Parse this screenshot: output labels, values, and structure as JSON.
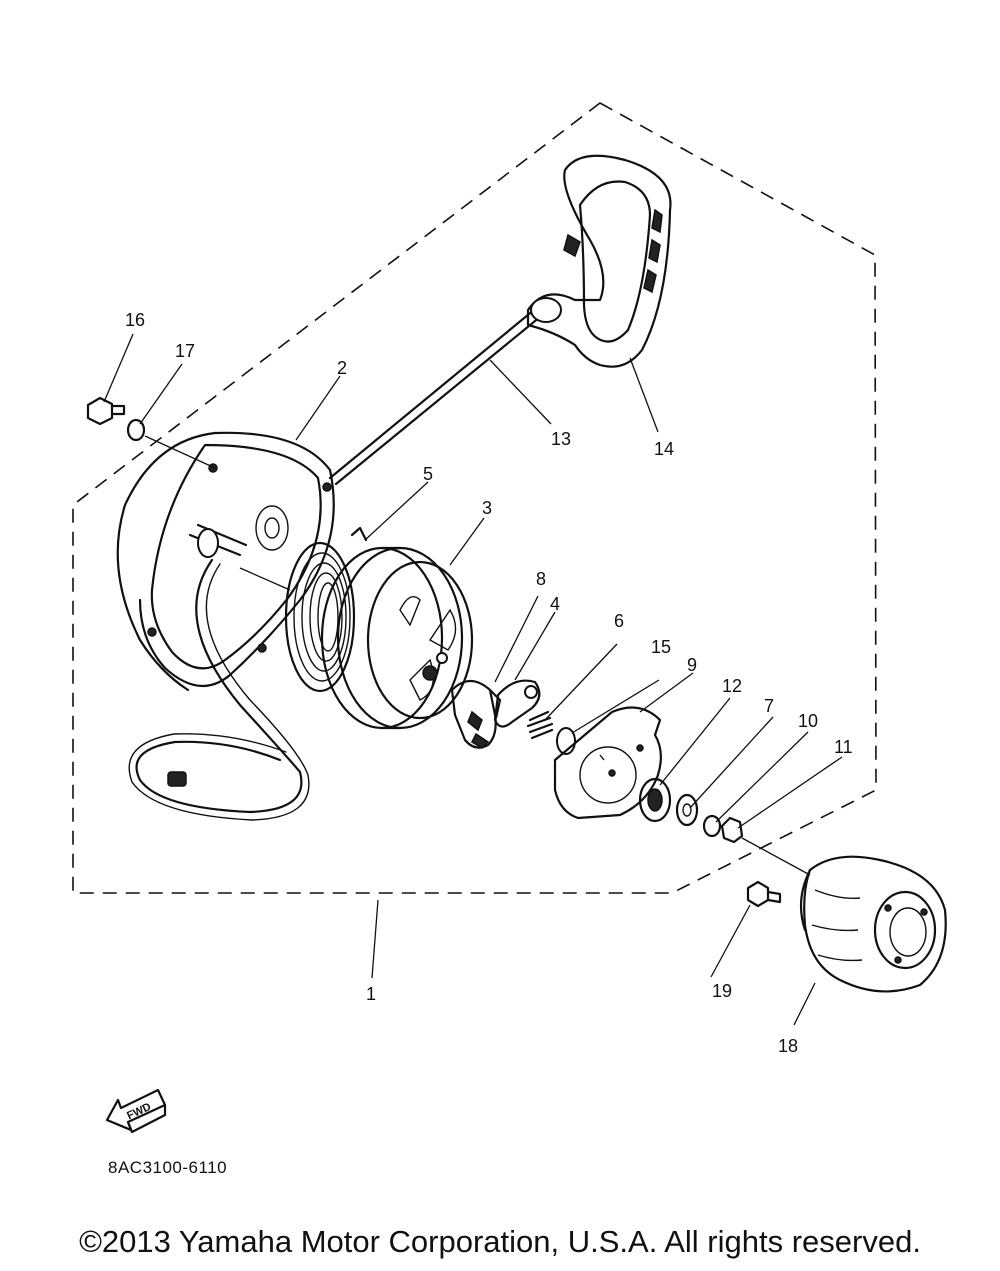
{
  "callouts": {
    "c1": "1",
    "c2": "2",
    "c3": "3",
    "c4": "4",
    "c5": "5",
    "c6": "6",
    "c7": "7",
    "c8": "8",
    "c9": "9",
    "c10": "10",
    "c11": "11",
    "c12": "12",
    "c13": "13",
    "c14": "14",
    "c15": "15",
    "c16": "16",
    "c17": "17",
    "c18": "18",
    "c19": "19"
  },
  "fwd_label": "FWD",
  "drawing_code": "8AC3100-6110",
  "copyright": "©2013 Yamaha Motor Corporation, U.S.A. All rights reserved."
}
